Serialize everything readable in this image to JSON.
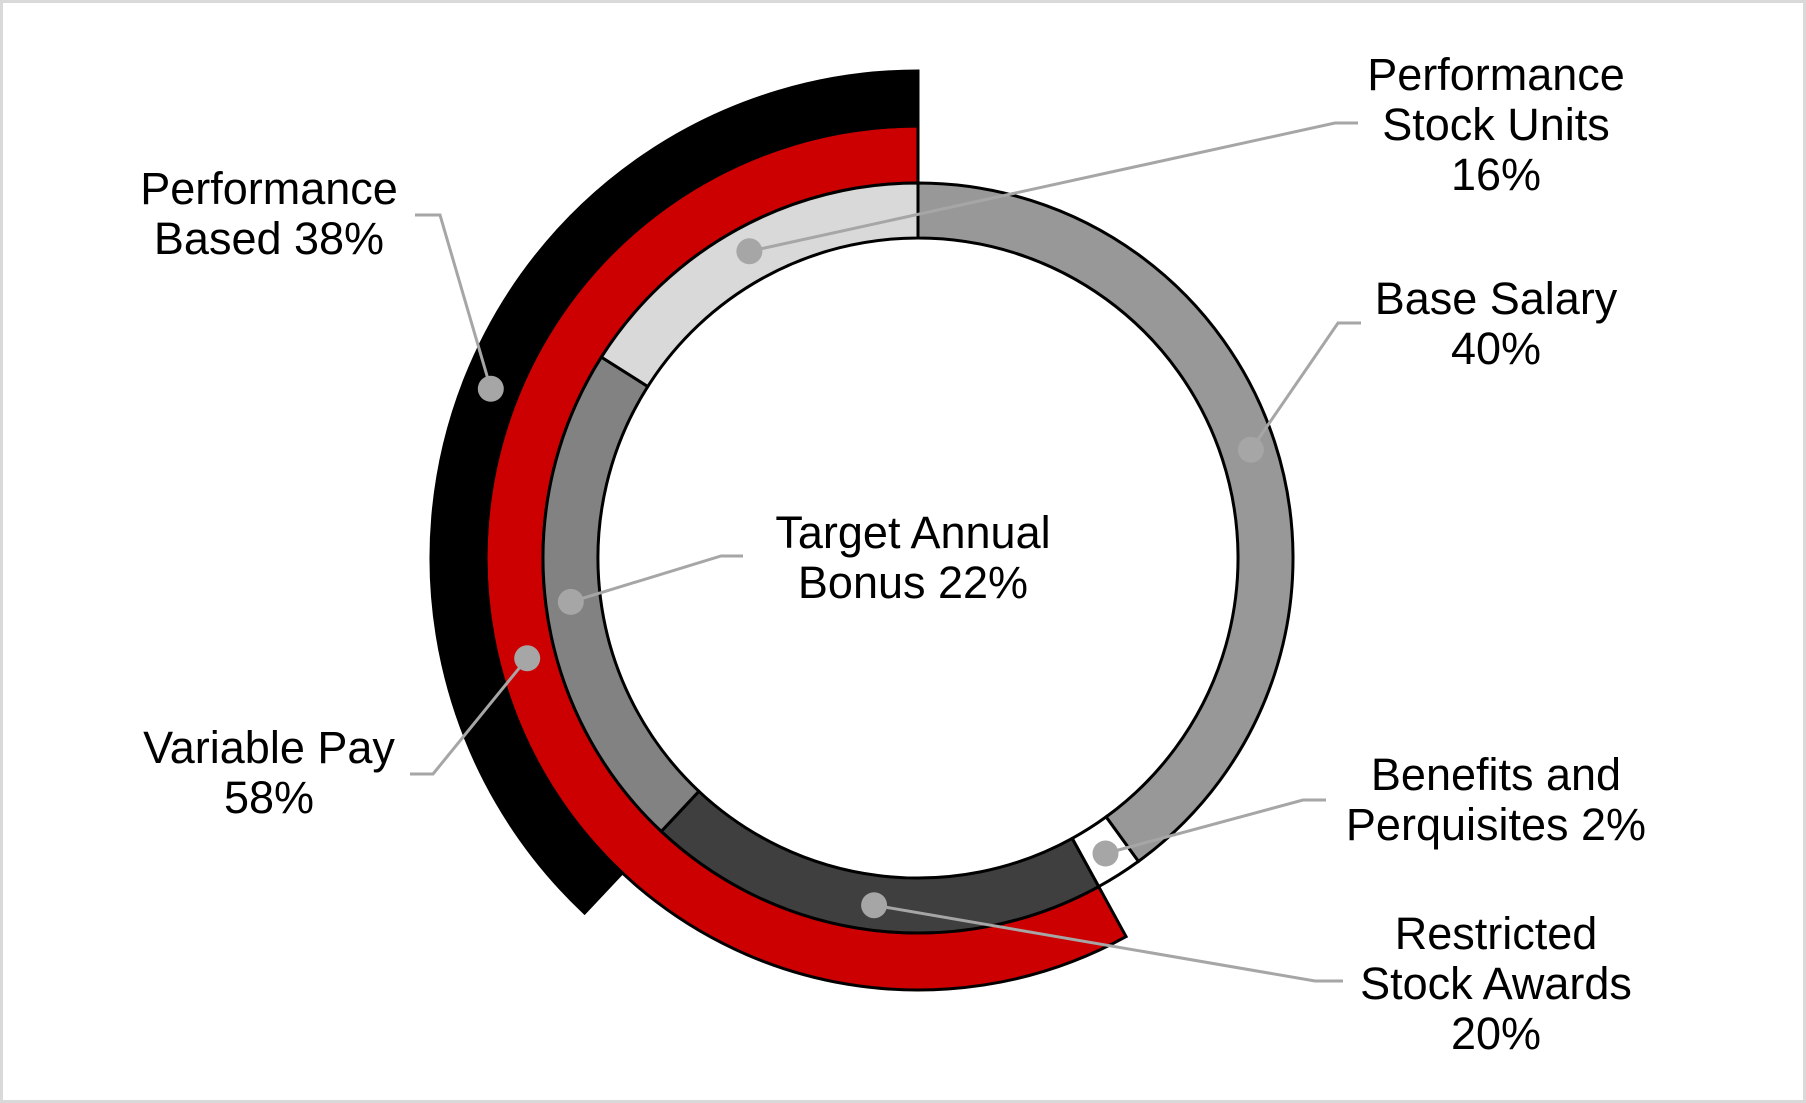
{
  "chart_data": {
    "type": "pie",
    "variant": "donut with concentric outer summary arcs",
    "title": "",
    "start_angle_deg": 0,
    "direction": "clockwise",
    "legend_position": "none",
    "grid": false,
    "inner_ring": {
      "segments": [
        {
          "key": "base",
          "label": "Base Salary",
          "percent": 40,
          "color": "#989898"
        },
        {
          "key": "benefits",
          "label": "Benefits and Perquisites",
          "percent": 2,
          "color": "#FFFFFF"
        },
        {
          "key": "rsa",
          "label": "Restricted Stock Awards",
          "percent": 20,
          "color": "#3F3F3F"
        },
        {
          "key": "tab",
          "label": "Target Annual Bonus",
          "percent": 22,
          "color": "#828282"
        },
        {
          "key": "psu",
          "label": "Performance Stock Units",
          "percent": 16,
          "color": "#D9D9D9"
        }
      ]
    },
    "outer_arcs": [
      {
        "key": "variable",
        "label": "Variable Pay",
        "percent": 58,
        "color": "#CC0000",
        "covers": [
          "Restricted Stock Awards",
          "Target Annual Bonus",
          "Performance Stock Units"
        ]
      },
      {
        "key": "perf",
        "label": "Performance Based",
        "percent": 38,
        "color": "#000000",
        "covers": [
          "Target Annual Bonus",
          "Performance Stock Units"
        ]
      }
    ]
  },
  "callouts": [
    {
      "key": "psu",
      "lines": [
        "Performance",
        "Stock Units",
        "16%"
      ]
    },
    {
      "key": "base",
      "lines": [
        "Base Salary",
        "40%"
      ]
    },
    {
      "key": "perf",
      "lines": [
        "Performance",
        "Based 38%"
      ]
    },
    {
      "key": "variable",
      "lines": [
        "Variable Pay",
        "58%"
      ]
    },
    {
      "key": "tab",
      "lines": [
        "Target Annual",
        "Bonus 22%"
      ]
    },
    {
      "key": "benefits",
      "lines": [
        "Benefits and",
        "Perquisites 2%"
      ]
    },
    {
      "key": "rsa",
      "lines": [
        "Restricted",
        "Stock Awards",
        "20%"
      ]
    }
  ],
  "style": {
    "background": "#FFFFFF",
    "frame_border": "#D9D9D9",
    "segment_stroke": "#000000",
    "leader_color": "#A6A6A6",
    "text_color": "#000000"
  }
}
